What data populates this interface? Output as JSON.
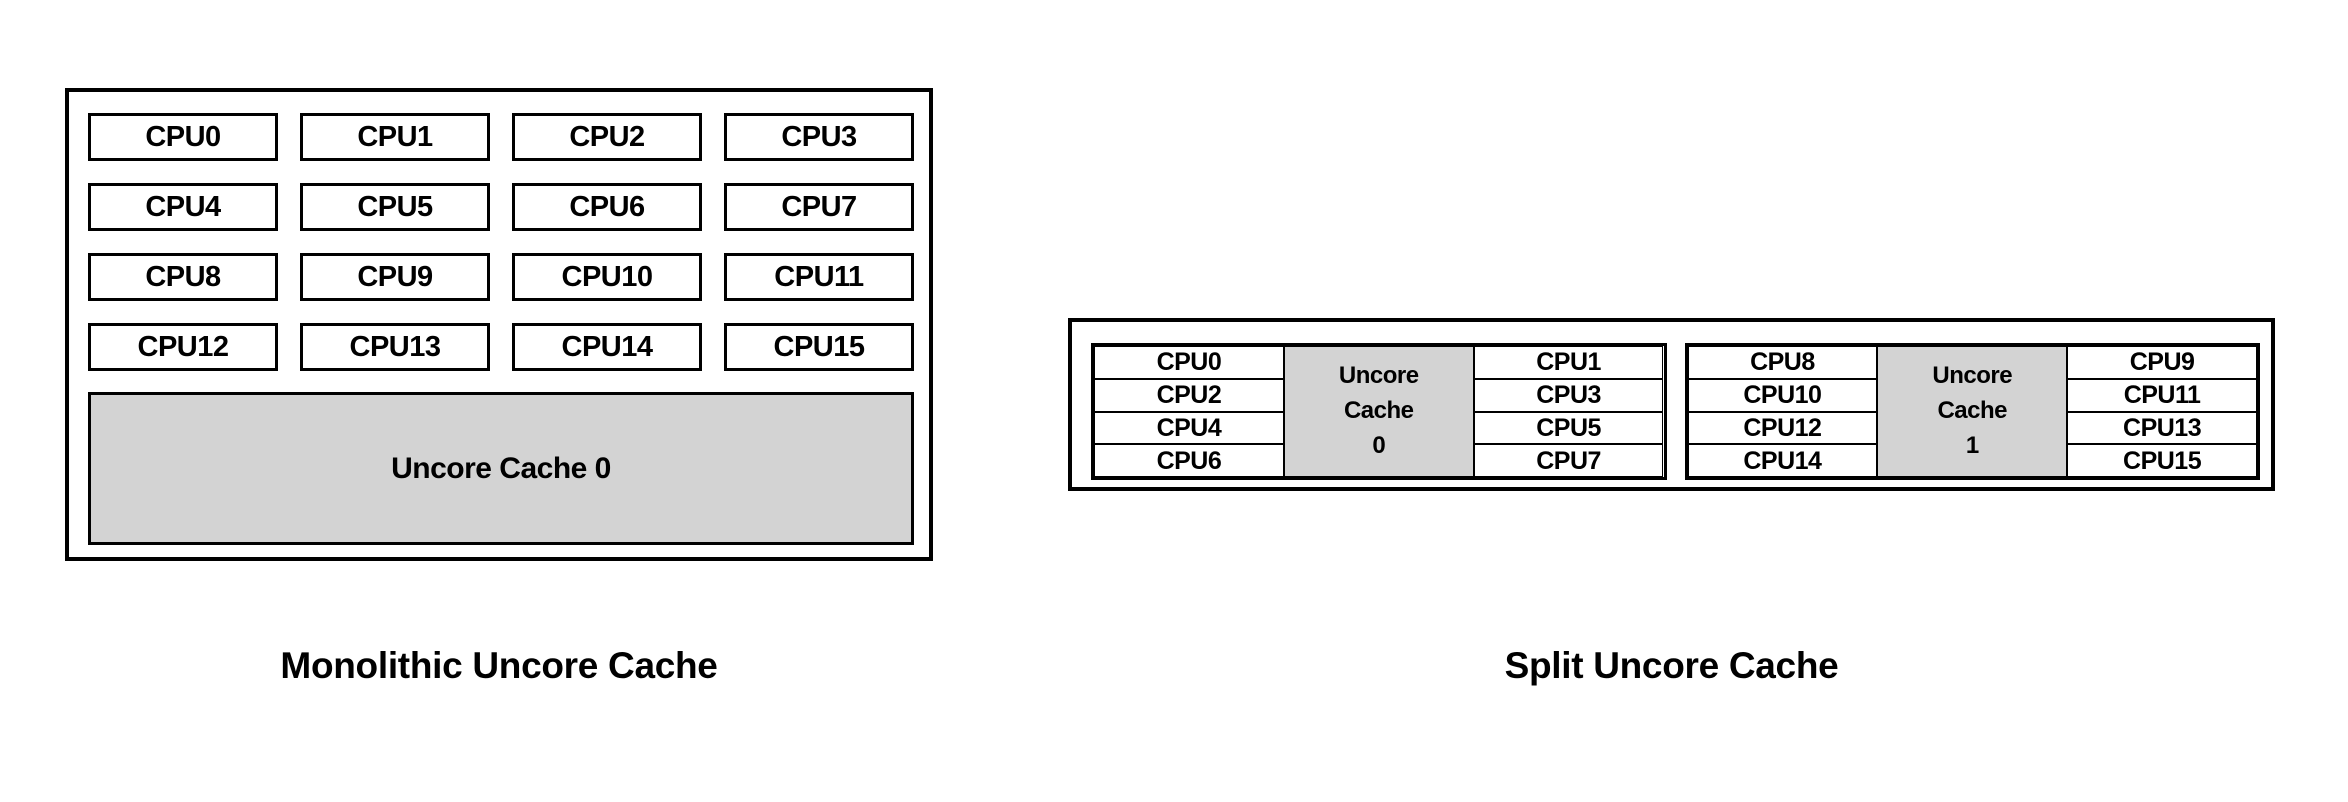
{
  "diagrams": [
    {
      "id": "monolithic",
      "caption": "Monolithic Uncore Cache",
      "cpus": [
        "CPU0",
        "CPU1",
        "CPU2",
        "CPU3",
        "CPU4",
        "CPU5",
        "CPU6",
        "CPU7",
        "CPU8",
        "CPU9",
        "CPU10",
        "CPU11",
        "CPU12",
        "CPU13",
        "CPU14",
        "CPU15"
      ],
      "cache": {
        "label": "Uncore Cache 0",
        "fill": "#d3d3d3"
      }
    },
    {
      "id": "split",
      "caption": "Split Uncore Cache",
      "groups": [
        {
          "left_cpus": [
            "CPU0",
            "CPU2",
            "CPU4",
            "CPU6"
          ],
          "right_cpus": [
            "CPU1",
            "CPU3",
            "CPU5",
            "CPU7"
          ],
          "cache": {
            "line1": "Uncore",
            "line2": "Cache",
            "line3": "0",
            "fill": "#d3d3d3"
          }
        },
        {
          "left_cpus": [
            "CPU8",
            "CPU10",
            "CPU12",
            "CPU14"
          ],
          "right_cpus": [
            "CPU9",
            "CPU11",
            "CPU13",
            "CPU15"
          ],
          "cache": {
            "line1": "Uncore",
            "line2": "Cache",
            "line3": "1",
            "fill": "#d3d3d3"
          }
        }
      ]
    }
  ],
  "colors": {
    "background": "#ffffff",
    "stroke": "#000000",
    "cache_fill": "#d3d3d3",
    "text": "#000000"
  }
}
